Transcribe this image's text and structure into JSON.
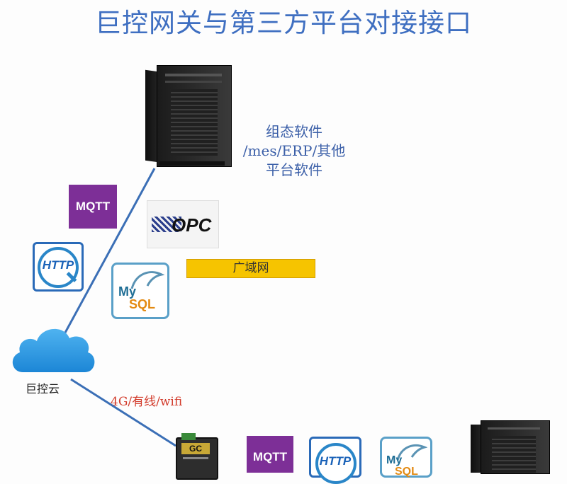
{
  "title": "巨控网关与第三方平台对接接口",
  "server_label": {
    "line1": "组态软件",
    "line2": "/mes/ERP/其他",
    "line3": "平台软件"
  },
  "protocols": {
    "mqtt": "MQTT",
    "http": "HTTP",
    "mysql_my": "My",
    "mysql_sql": "SQL",
    "opc": "OPC"
  },
  "wan_label": "广域网",
  "cloud_label": "巨控云",
  "connection_label": "4G/有线/wifi",
  "gateway_label": "GC",
  "colors": {
    "title": "#3f6fc1",
    "line": "#3b6fb6",
    "mqtt": "#7d2f97",
    "wan": "#f6c400",
    "cloud": "#2f9be0",
    "connection_label": "#d23b2b"
  }
}
